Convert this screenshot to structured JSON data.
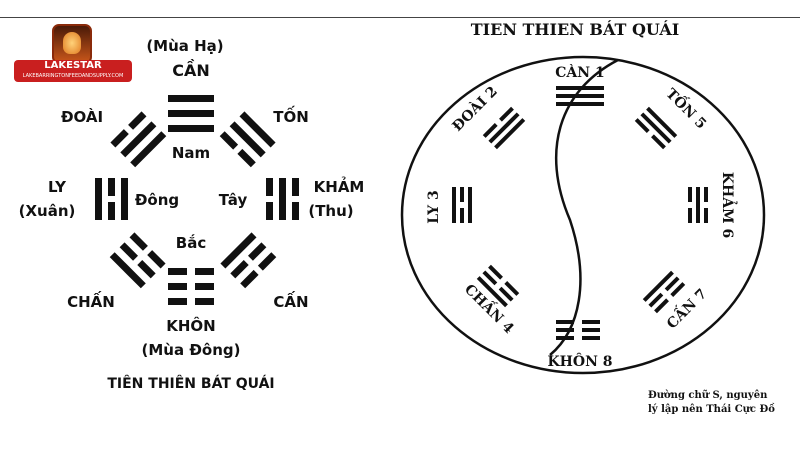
{
  "logo": {
    "name": "LAKESTAR",
    "url": "LAKEBARRINGTONFEEDANDSUPPLY.COM"
  },
  "left_diagram": {
    "top_note": "(Mùa  Hạ)",
    "can_label": "CẦN",
    "nam": "Nam",
    "doai": "ĐOÀI",
    "ton": "TỐN",
    "ly": "LY",
    "xuan": "(Xuân)",
    "dong": "Đông",
    "tay": "Tây",
    "kham": "KHẢM",
    "thu": "(Thu)",
    "bac": "Bắc",
    "chan": "CHẤN",
    "can_bottom": "CẤN",
    "khon": "KHÔN",
    "mua_dong": "(Mùa Đông)",
    "caption": "TIÊN THIÊN BÁT QUÁI"
  },
  "right_diagram": {
    "title": "TIEN THIEN BÁT QUÁI",
    "can1": "CÀN 1",
    "doai2": "ĐOÀI 2",
    "ton5": "TỐN 5",
    "ly3": "LY 3",
    "kham6": "KHẢM 6",
    "chan4": "CHẤN 4",
    "can7": "CẤN 7",
    "khon8": "KHÔN 8",
    "note_line1": "Đường chữ S, nguyên",
    "note_line2": "lý lập nên Thái Cực Đồ"
  }
}
